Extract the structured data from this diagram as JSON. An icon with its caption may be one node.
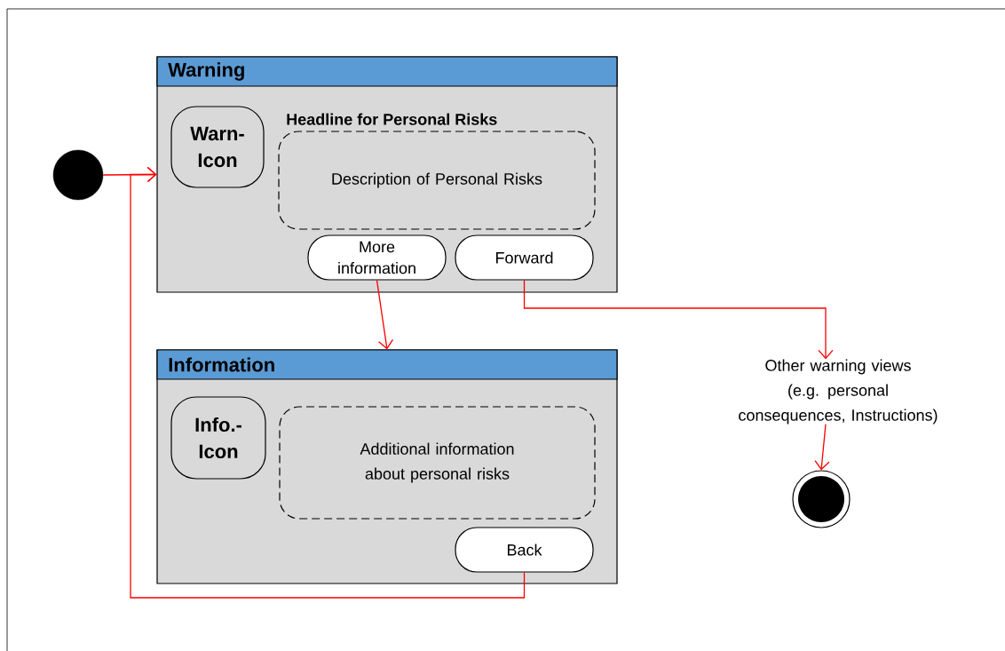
{
  "diagram": {
    "nodes": [
      {
        "text": [],
        "shape": "circle"
      },
      {
        "text": [
          "Warning"
        ]
      },
      {
        "text": [
          "Warn- Icon"
        ],
        "in": 1
      },
      {
        "text": [
          "Headline for Personal Risks",
          "Description of Personal Risks"
        ],
        "in": 1
      },
      {
        "text": [
          "More information"
        ],
        "in": 1
      },
      {
        "text": [
          "Forward"
        ],
        "in": 1
      },
      {
        "text": [
          "Information"
        ]
      },
      {
        "text": [
          "Info.- Icon"
        ],
        "in": 6
      },
      {
        "text": [
          "Additional information about personal risks"
        ],
        "in": 6
      },
      {
        "text": [
          "Back"
        ],
        "in": 6
      },
      {
        "text": [
          "Other warning views (e.g. personal consequences, Instructions)"
        ]
      },
      {
        "text": [],
        "shape": "circle"
      }
    ],
    "edges": [
      {
        "from": 0,
        "to": 1,
        "arrow": "to"
      },
      {
        "from": 9,
        "to": 1,
        "arrow": "to"
      },
      {
        "from": 4,
        "to": 6,
        "arrow": "to"
      },
      {
        "from": 5,
        "to": 10,
        "arrow": "to"
      },
      {
        "from": 10,
        "to": 11,
        "arrow": "to"
      }
    ]
  }
}
